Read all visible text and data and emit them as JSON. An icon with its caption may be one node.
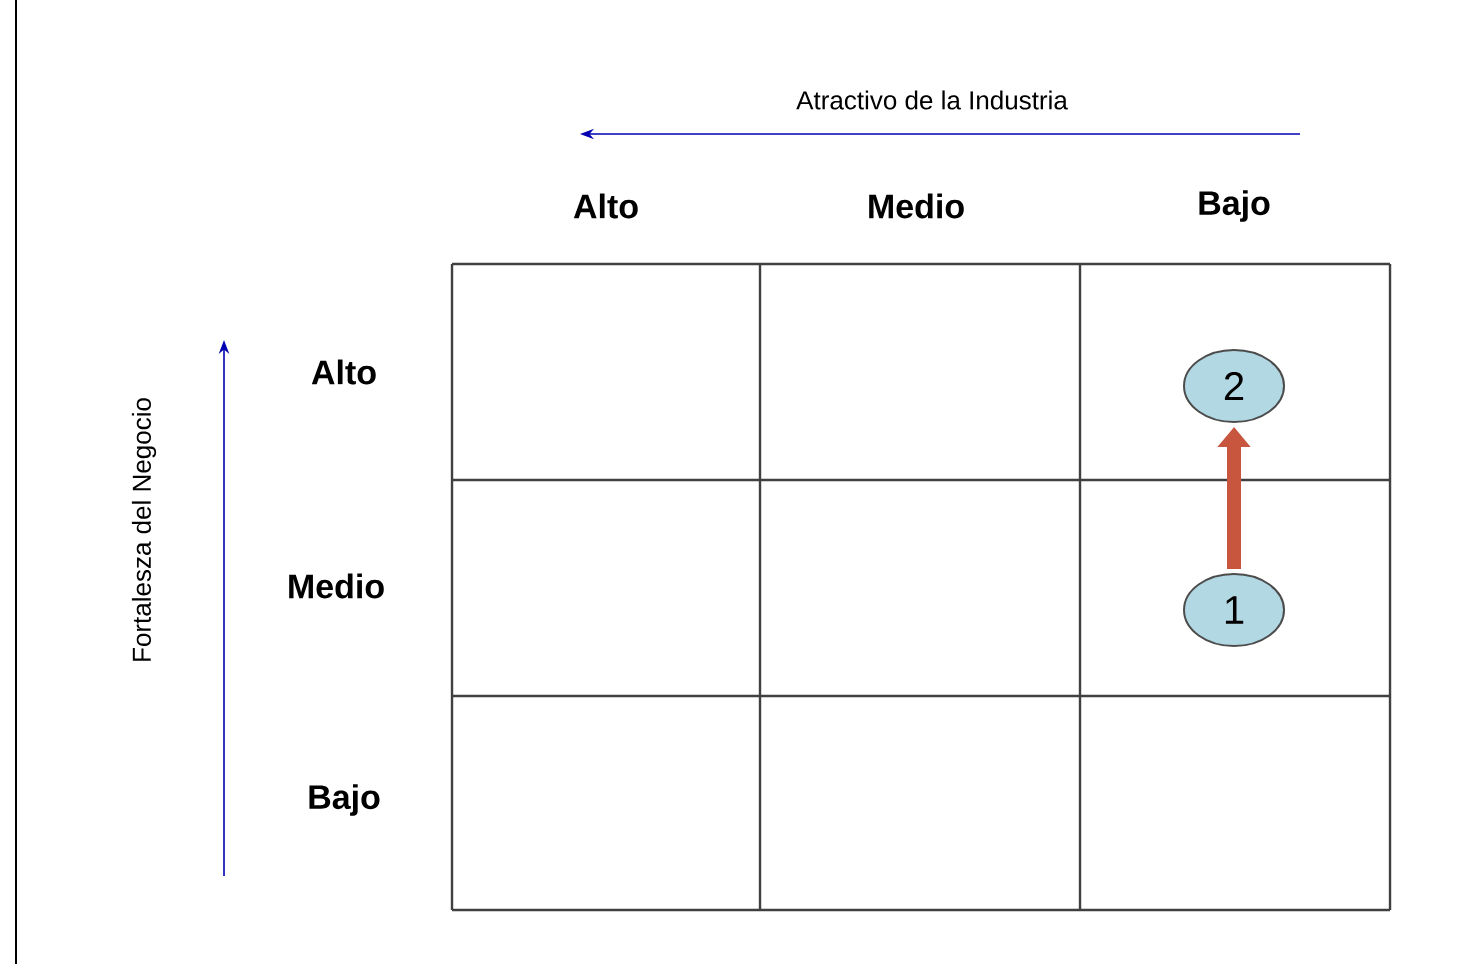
{
  "diagram": {
    "nodes": [
      {
        "text": [
          "2"
        ]
      },
      {
        "text": [
          "1"
        ]
      }
    ],
    "edges": [
      {
        "from": 1,
        "to": 0,
        "arrow": "to"
      }
    ],
    "labels": [
      "Atractivo de la Industria",
      "Alto",
      "Medio",
      "Bajo",
      "Fortalesza del Negocio",
      "Alto",
      "Medio",
      "Bajo"
    ]
  }
}
